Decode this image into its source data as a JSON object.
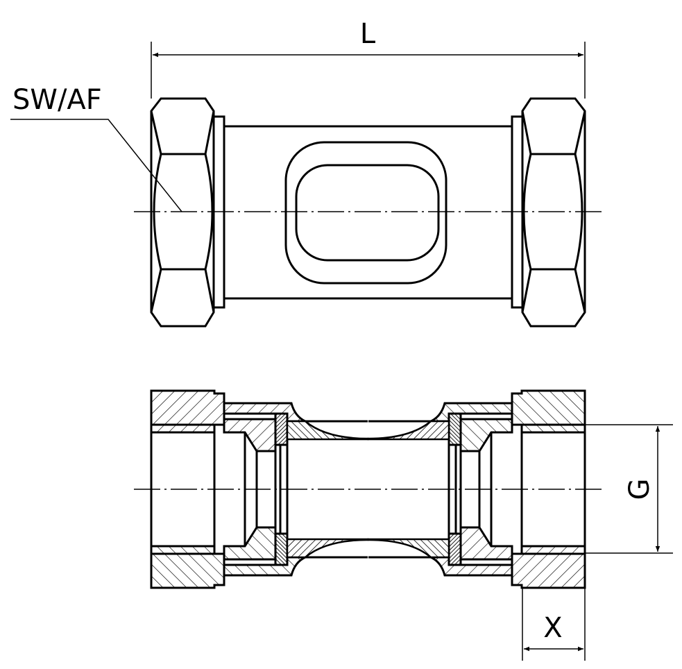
{
  "labels": {
    "length": "L",
    "wrench_size": "SW/AF",
    "thread": "G",
    "thread_depth": "X"
  },
  "colors": {
    "line": "#000000",
    "background": "#ffffff"
  }
}
